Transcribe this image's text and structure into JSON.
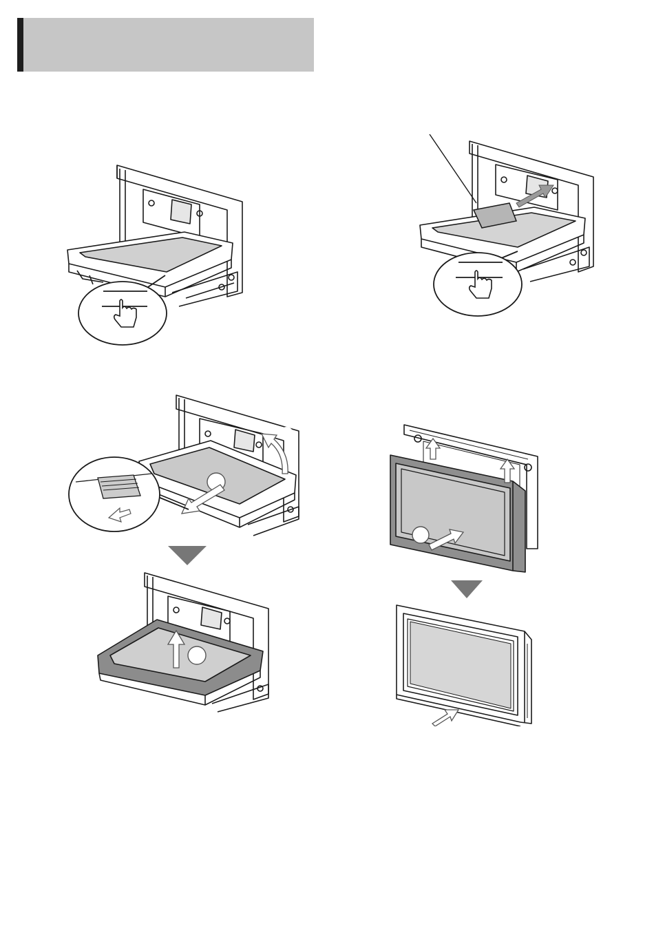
{
  "colors": {
    "header_bar": "#c6c6c6",
    "header_accent": "#1e1e1e",
    "screen_fill": "#cccccc",
    "step_arrow": "#777777",
    "line": "#1a1a1a"
  },
  "figures": [
    {
      "name": "panel-open-finger-press",
      "icons": [
        "hand-pointer-icon"
      ]
    },
    {
      "name": "panel-open-card-insert",
      "icons": [
        "hand-pointer-icon",
        "card-icon",
        "insert-arrow-icon"
      ]
    },
    {
      "name": "panel-detach-step-1",
      "icons": [
        "release-lever-magnifier",
        "pull-arrow-icon",
        "lift-arrow-icon"
      ]
    },
    {
      "name": "panel-detach-step-2",
      "icons": [
        "lift-arrow-icon"
      ]
    },
    {
      "name": "panel-attach-step-1",
      "icons": [
        "hook-arrow-icon",
        "push-arrow-icon"
      ]
    },
    {
      "name": "panel-attach-step-2",
      "icons": [
        "push-arrow-icon"
      ]
    }
  ]
}
